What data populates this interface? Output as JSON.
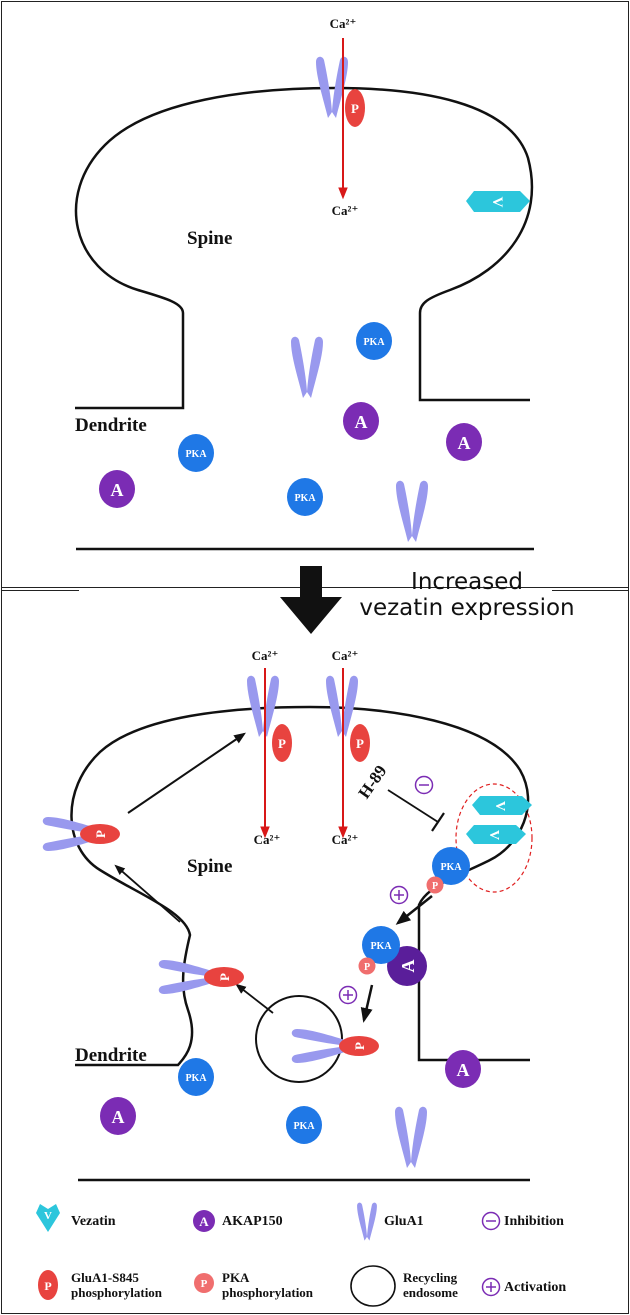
{
  "colors": {
    "glua1": "#9999ee",
    "s845": "#e8433f",
    "pka_phos": "#f06e6e",
    "pka": "#1f78e6",
    "akap": "#7b2cb4",
    "vezatin": "#2cc6dc",
    "membrane": "#111111",
    "ca_arrow": "#d81818",
    "sign": "#7b2cb4"
  },
  "icons": [
    "glua1-icon",
    "p-icon",
    "pka-icon",
    "akap-icon",
    "vezatin-icon",
    "endosome-icon",
    "inhibition-icon",
    "activation-icon"
  ],
  "top_panel": {
    "ca_in": "Ca²⁺",
    "ca_out": "Ca²⁺",
    "spine": "Spine",
    "dendrite": "Dendrite"
  },
  "transition": {
    "caption_line1": "Increased",
    "caption_line2": "vezatin expression"
  },
  "bottom_panel": {
    "ca_in": "Ca²⁺",
    "ca_out": "Ca²⁺",
    "spine": "Spine",
    "dendrite": "Dendrite",
    "inhibitor": "H-89"
  },
  "glyphs": {
    "p": "P",
    "pka": "PKA",
    "akap": "A",
    "vezatin": "V"
  },
  "legend": {
    "vezatin": "Vezatin",
    "akap": "AKAP150",
    "glua1": "GluA1",
    "inhibition": "Inhibition",
    "s845_line1": "GluA1-S845",
    "s845_line2": "phosphorylation",
    "pka_line1": "PKA",
    "pka_line2": "phosphorylation",
    "endosome_line1": "Recycling",
    "endosome_line2": "endosome",
    "activation": "Activation"
  }
}
